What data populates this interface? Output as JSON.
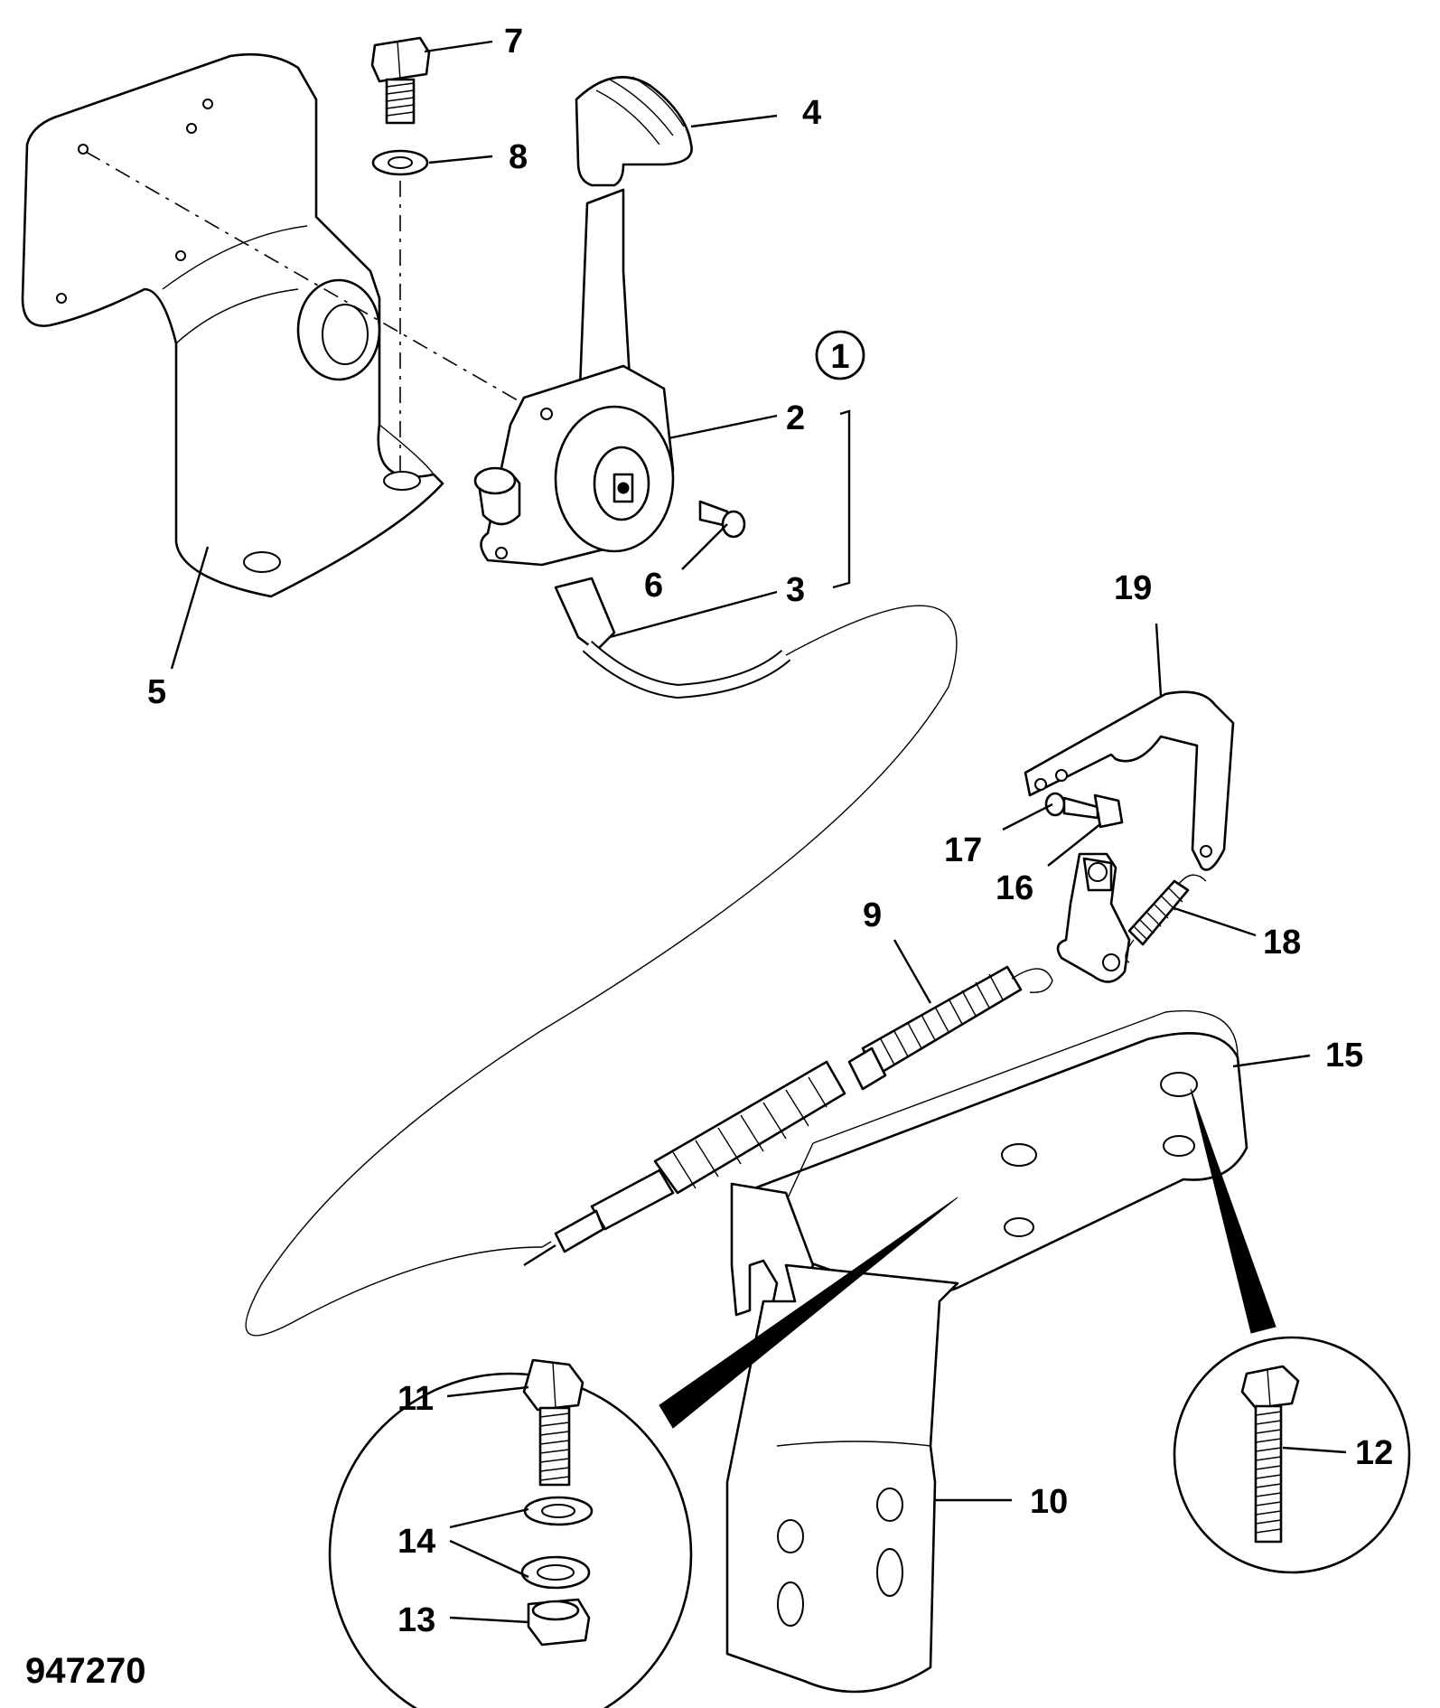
{
  "drawing_number": "947270",
  "callouts": [
    {
      "id": "c1",
      "label": "1"
    },
    {
      "id": "c2",
      "label": "2"
    },
    {
      "id": "c3",
      "label": "3"
    },
    {
      "id": "c4",
      "label": "4"
    },
    {
      "id": "c5",
      "label": "5"
    },
    {
      "id": "c6",
      "label": "6"
    },
    {
      "id": "c7",
      "label": "7"
    },
    {
      "id": "c8",
      "label": "8"
    },
    {
      "id": "c9",
      "label": "9"
    },
    {
      "id": "c10",
      "label": "10"
    },
    {
      "id": "c11",
      "label": "11"
    },
    {
      "id": "c12",
      "label": "12"
    },
    {
      "id": "c13",
      "label": "13"
    },
    {
      "id": "c14",
      "label": "14"
    },
    {
      "id": "c15",
      "label": "15"
    },
    {
      "id": "c16",
      "label": "16"
    },
    {
      "id": "c17",
      "label": "17"
    },
    {
      "id": "c18",
      "label": "18"
    },
    {
      "id": "c19",
      "label": "19"
    }
  ]
}
